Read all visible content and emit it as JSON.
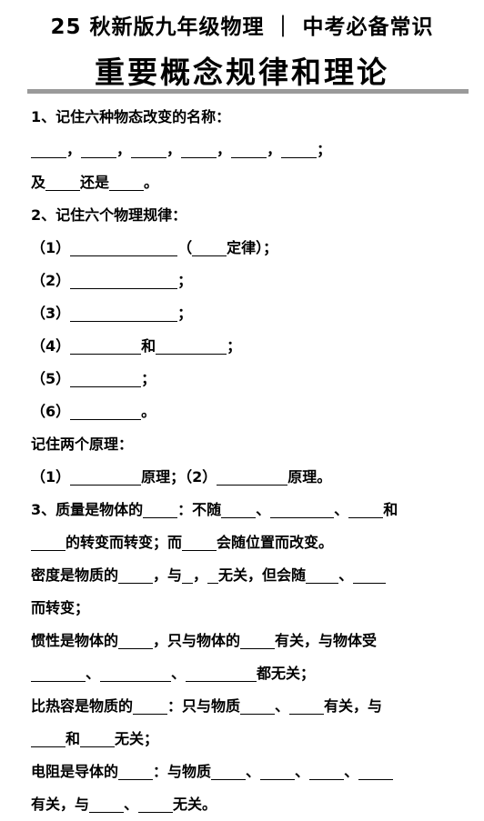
{
  "header": {
    "subtitle": "25 秋新版九年级物理 ｜ 中考必备常识",
    "title": "重要概念规律和理论"
  },
  "lines": [
    [
      "1、记住六种物态改变的名称："
    ],
    [
      "",
      "，",
      "，",
      "，",
      "，",
      "，",
      "；"
    ],
    [
      "及",
      "还是",
      "。"
    ],
    [
      "2、记住六个物理规律："
    ],
    [
      "（1）",
      "（",
      "定律）；"
    ],
    [
      "（2）",
      "；"
    ],
    [
      "（3）",
      "；"
    ],
    [
      "（4）",
      "和",
      "；"
    ],
    [
      "（5）",
      "；"
    ],
    [
      "（6）",
      "。"
    ],
    [
      "记住两个原理："
    ],
    [
      "（1）",
      "原理；（2）",
      "原理。"
    ],
    [
      "3、质量是物体的",
      "：不随",
      "、",
      "、",
      "和"
    ],
    [
      "",
      "的转变而转变；而",
      "会随位置而改变。"
    ],
    [
      "密度是物质的",
      "，与",
      "，",
      "无关，但会随",
      "、",
      ""
    ],
    [
      "而转变；"
    ],
    [
      "惯性是物体的",
      "，只与物体的",
      "有关，与物体受"
    ],
    [
      "",
      "、",
      "、",
      "都无关；"
    ],
    [
      "比热容是物质的",
      "：只与物质",
      "、",
      "有关，与"
    ],
    [
      "",
      "和",
      "无关；"
    ],
    [
      "电阻是导体的",
      "：与物质",
      "、",
      "、",
      "、",
      ""
    ],
    [
      "有关，与",
      "、",
      "无关。"
    ]
  ]
}
